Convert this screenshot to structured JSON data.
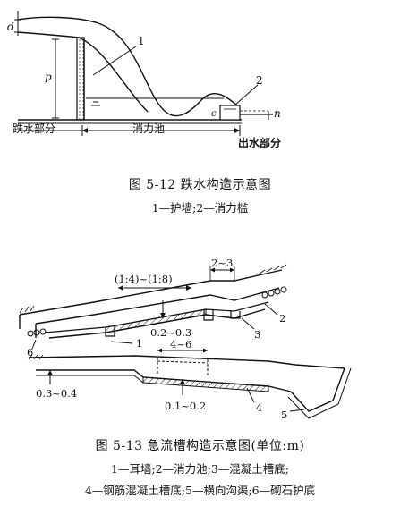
{
  "figure_1": {
    "caption": "图 5-12   跌水构造示意图",
    "legend": "1—护墙;2—消力槛",
    "labels": {
      "d": "d",
      "p": "p",
      "n": "n",
      "c": "c",
      "num1": "1",
      "num2": "2",
      "inlet": "跌水部分",
      "middle": "消力池",
      "outlet": "出水部分"
    }
  },
  "figure_2": {
    "caption": "图 5-13   急流槽构造示意图(单位:m)",
    "legend_line1": "1—耳墙;2—消力池;3—混凝土槽底;",
    "legend_line2": "4—钢筋混凝土槽底;5—横向沟渠;6—砌石护底",
    "labels": {
      "slope": "(1:4)~(1:8)",
      "top_dim": "2~3",
      "thick1": "0.2~0.3",
      "len": "4~6",
      "thick2": "0.3~0.4",
      "thick3": "0.1~0.2",
      "n1": "1",
      "n2": "2",
      "n3": "3",
      "n4": "4",
      "n5": "5",
      "n6": "6"
    }
  },
  "colors": {
    "ink": "#111111",
    "paper": "#ffffff"
  }
}
